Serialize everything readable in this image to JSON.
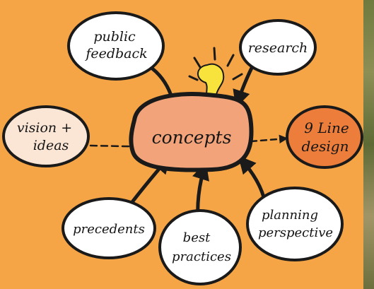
{
  "diagram": {
    "center": "concepts",
    "inputs": {
      "public_feedback": [
        "public",
        "feedback"
      ],
      "research": [
        "research"
      ],
      "vision_ideas": [
        "vision +",
        "ideas"
      ],
      "precedents": [
        "precedents"
      ],
      "best_practices": [
        "best",
        "practices"
      ],
      "planning_perspective": [
        "planning",
        "perspective"
      ]
    },
    "output": [
      "9 Line",
      "design"
    ]
  },
  "colors": {
    "background": "#F6A546",
    "center_fill": "#F2A37A",
    "bubble_fill": "#FFFFFF",
    "vision_fill": "#FBE6D6",
    "output_fill": "#EC7D3A",
    "bulb": "#F7E33B",
    "stroke": "#1A1A1A"
  },
  "icons": [
    "lightbulb-icon"
  ]
}
